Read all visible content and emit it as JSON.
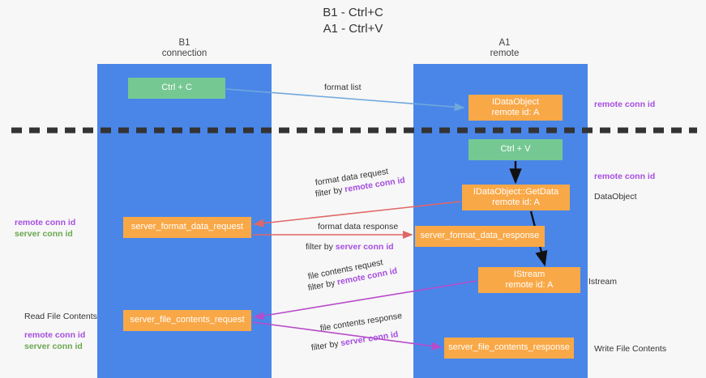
{
  "title": {
    "line1": "B1 - Ctrl+C",
    "line2": "A1 - Ctrl+V"
  },
  "columns": {
    "left": {
      "name": "B1",
      "role": "connection"
    },
    "right": {
      "name": "A1",
      "role": "remote"
    }
  },
  "colors": {
    "lane": "#4a86e8",
    "box_orange": "#f9a847",
    "box_green": "#76c893",
    "remote_conn_id": "#a64de0",
    "server_conn_id": "#6aa84f",
    "arrow_blue": "#6fa8dc",
    "arrow_red": "#e06666",
    "arrow_magenta": "#b84bc9",
    "arrow_black": "#000000",
    "divider": "#333333"
  },
  "boxes": {
    "ctrl_c": {
      "line1": "Ctrl + C",
      "line2": ""
    },
    "idataobject": {
      "line1": "IDataObject",
      "line2": "remote id: A"
    },
    "ctrl_v": {
      "line1": "Ctrl + V",
      "line2": ""
    },
    "getdata": {
      "line1": "IDataObject::GetData",
      "line2": "remote id: A"
    },
    "server_format_data_request": {
      "line1": "server_format_data_request",
      "line2": ""
    },
    "server_format_data_response": {
      "line1": "server_format_data_response",
      "line2": ""
    },
    "istream": {
      "line1": "IStream",
      "line2": "remote id: A"
    },
    "server_file_contents_request": {
      "line1": "server_file_contents_request",
      "line2": ""
    },
    "server_file_contents_response": {
      "line1": "server_file_contents_response",
      "line2": ""
    }
  },
  "edge_labels": {
    "format_list": "format list",
    "format_data_request": "format data request",
    "format_data_request_filter_prefix": "filter by ",
    "format_data_request_filter_key": "remote conn id",
    "format_data_response": "format data response",
    "format_data_response_filter_prefix": "filter by ",
    "format_data_response_filter_key": "server conn id",
    "file_contents_request": "file contents request",
    "file_contents_request_filter_prefix": "filter by ",
    "file_contents_request_filter_key": "remote conn id",
    "file_contents_response": "file contents response",
    "file_contents_response_filter_prefix": "filter by ",
    "file_contents_response_filter_key": "server conn id"
  },
  "annotations": {
    "right": {
      "remote_conn_id_top": "remote conn id",
      "remote_conn_id_mid": "remote conn id",
      "dataobject": "DataObject",
      "istream": "Istream",
      "write_file_contents": "Write File Contents"
    },
    "left": {
      "remote_conn_id_1": "remote conn id",
      "server_conn_id_1": "server conn id",
      "read_file_contents": "Read File Contents",
      "remote_conn_id_2": "remote conn id",
      "server_conn_id_2": "server conn id"
    }
  }
}
